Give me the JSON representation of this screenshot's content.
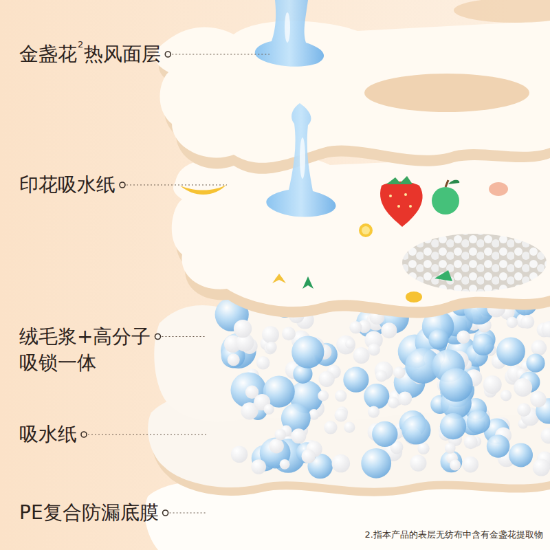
{
  "diagram": {
    "labels": [
      "金盏花",
      "2",
      "热风面层",
      "印花吸水纸",
      "绒毛浆+高分子 吸锁一体",
      "吸水纸",
      "PE复合防漏底膜",
      "2.指本产品的表层无纺布中含有金盏花提取物"
    ]
  }
}
